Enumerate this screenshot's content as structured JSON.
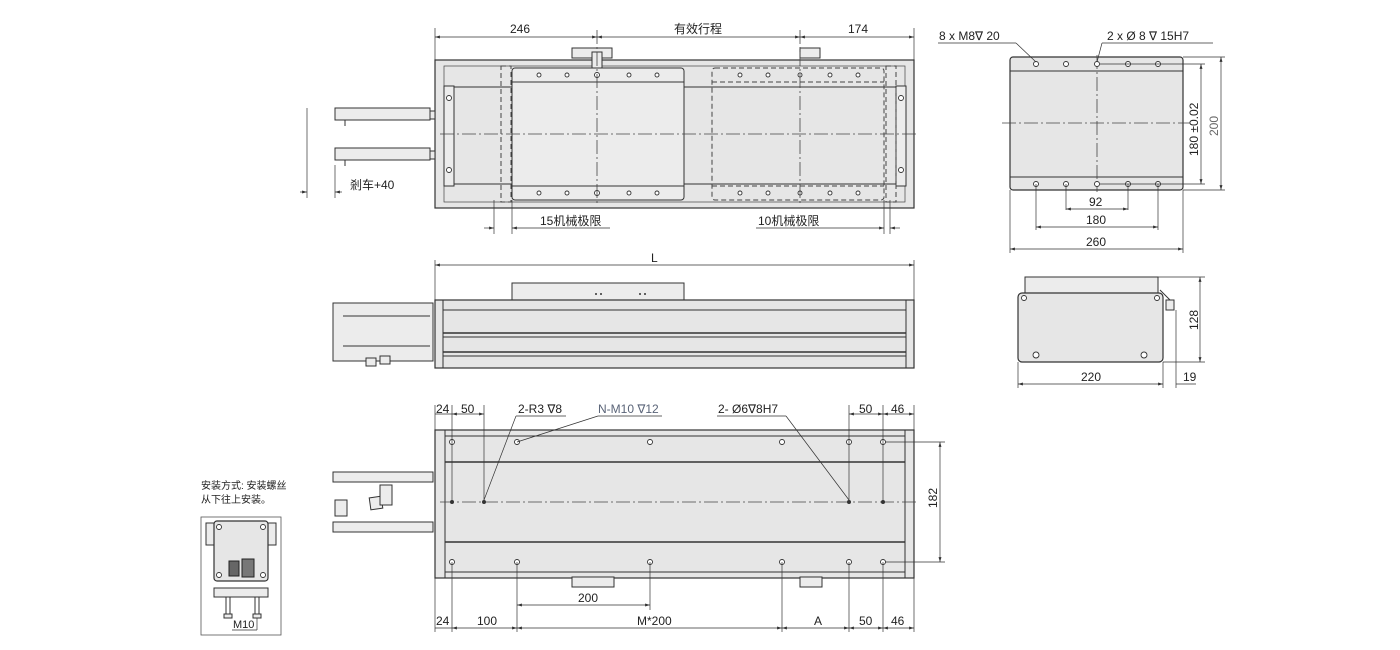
{
  "top_view": {
    "dim_left": "246",
    "dim_stroke": "有效行程",
    "dim_right": "174",
    "brake": "剎车+40",
    "limit_left": "15机械极限",
    "limit_right": "10机械极限"
  },
  "side_view": {
    "dim_length": "L"
  },
  "bottom_view": {
    "top_dims": [
      "24",
      "50",
      "50",
      "46"
    ],
    "callout_r3": "2-R3 ∇8",
    "callout_m10": "N-M10 ∇12",
    "callout_pin": "2- Ø6∇8H7",
    "dim_182": "182",
    "dim_200": "200",
    "bottom_dims": [
      "24",
      "100",
      "M*200",
      "A",
      "50",
      "46"
    ]
  },
  "end_view": {
    "callout_m8": "8 x  M8∇ 20",
    "callout_pin": "2 x  Ø 8 ∇ 15H7",
    "dim_92": "92",
    "dim_180": "180",
    "dim_260": "260",
    "dim_180_tol": "180 ±0.02",
    "dim_200": "200"
  },
  "motor_view": {
    "dim_128": "128",
    "dim_220": "220",
    "dim_19": "19"
  },
  "mounting_note": {
    "line1": "安装方式: 安装螺丝",
    "line2": "从下往上安装。",
    "screw_label": "M10"
  }
}
